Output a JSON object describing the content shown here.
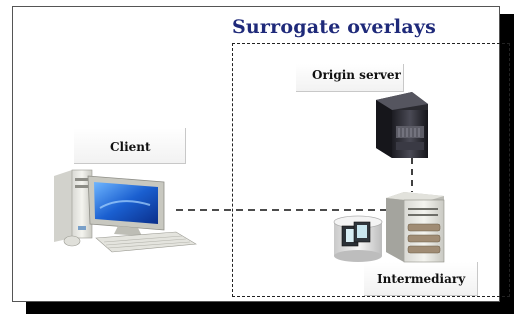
{
  "title": "Surrogate overlays",
  "nodes": {
    "client": "Client",
    "origin": "Origin server",
    "intermediary": "Intermediary"
  }
}
